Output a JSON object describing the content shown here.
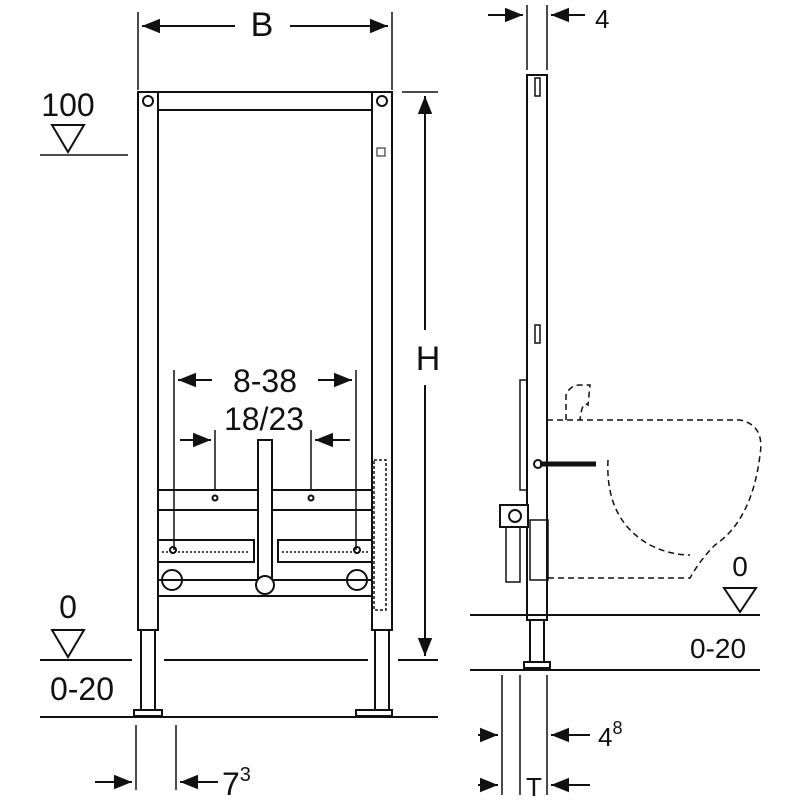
{
  "front_view": {
    "width_label": "B",
    "height_label": "H",
    "top_level_label": "100",
    "floor_level_label": "0",
    "floor_range_label": "0-20",
    "connection_spacing_label": "8-38",
    "connection_distance_label": "18/23",
    "foot_width_label": "7",
    "foot_width_sup": "3"
  },
  "side_view": {
    "frame_depth_label": "4",
    "floor_level_label": "0",
    "floor_range_label": "0-20",
    "leg_depth_label": "4",
    "leg_depth_sup": "8",
    "total_depth_label": "T"
  }
}
